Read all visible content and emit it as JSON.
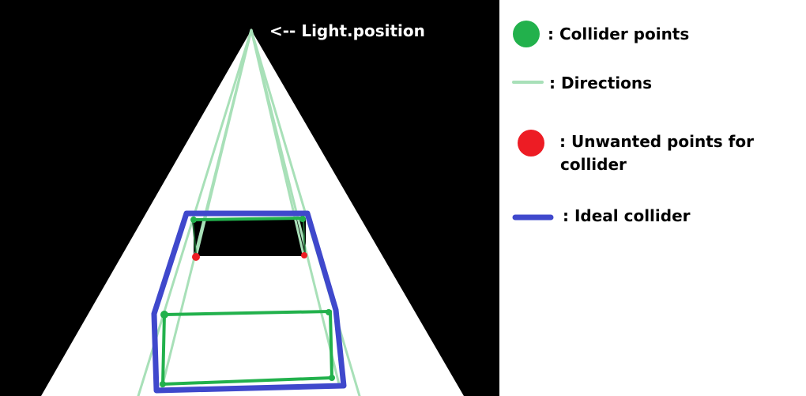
{
  "colors": {
    "background_dark": "#000000",
    "light_cone": "#ffffff",
    "collider_points": "#22b14c",
    "directions": "#a8e0b8",
    "unwanted_points": "#ed1c24",
    "ideal_collider": "#3f48cc"
  },
  "diagram": {
    "light_label": "<-- Light.position"
  },
  "legend": {
    "collider_points": ": Collider points",
    "directions": ": Directions",
    "unwanted_points_line1": ": Unwanted points for",
    "unwanted_points_line2": "collider",
    "ideal_collider": ": Ideal collider"
  }
}
